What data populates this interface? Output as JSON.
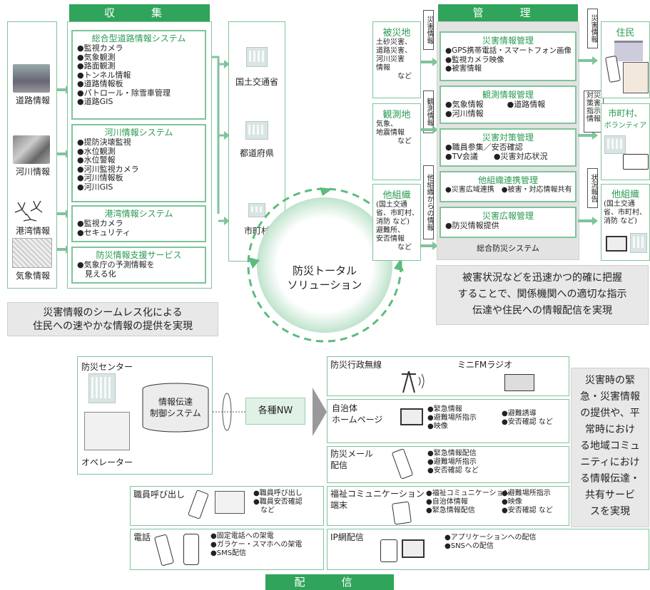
{
  "banners": {
    "collect": "収　集",
    "manage": "管　理",
    "distribute": "配　信"
  },
  "sources": [
    {
      "label": "道路情報",
      "icon": "road-tunnel-icon"
    },
    {
      "label": "河川情報",
      "icon": "river-icon"
    },
    {
      "label": "港湾情報",
      "icon": "harbor-tetrapod-icon"
    },
    {
      "label": "気象情報",
      "icon": "weather-map-icon"
    }
  ],
  "collect_systems": [
    {
      "title": "総合型道路情報システム",
      "items": "●監視カメラ\n●気象観測\n●路面観測\n●トンネル情報\n●道路情報板\n●パトロール・除雪車管理\n●道路GIS"
    },
    {
      "title": "河川情報システム",
      "items": "●提防決壊監視\n●水位観測\n●水位警報\n●河川監視カメラ\n●河川情報板\n●河川GIS"
    },
    {
      "title": "港湾情報システム",
      "items": "●監視カメラ\n●セキュリティ"
    },
    {
      "title": "防災情報支援サービス",
      "items": "●気象庁の予測情報を\n　見える化"
    }
  ],
  "agencies": [
    "国土交通省",
    "都道府県",
    "市町村"
  ],
  "left_summary": "災害情報のシームレス化による\n住民への速やかな情報の提供を実現",
  "center": "防災トータル\nソリューション",
  "inputs": [
    {
      "title": "被災地",
      "text": "土砂災害、\n道路災害、\n河川災害\n情報\n　　　など",
      "tag": "災害情報"
    },
    {
      "title": "観測地",
      "text": "気象、\n地震情報\n　　　など",
      "tag": "観測情報"
    },
    {
      "title": "他組織",
      "text": "(国土交通\n省、市町村、\n消防 など)\n避難所、\n安否情報\n　　　など",
      "tag": "他組織からの情報"
    }
  ],
  "manage_systems": [
    {
      "title": "災害情報管理",
      "items": "●GPS携帯電話・スマートフォン画像\n●監視カメラ映像\n●被害情報"
    },
    {
      "title": "観測情報管理",
      "items": "●気象情報　　　●道路情報\n●河川情報"
    },
    {
      "title": "災害対策管理",
      "items": "●職員参集／安否確認\n●TV会議　　●災害対応状況"
    },
    {
      "title": "他組織連携管理",
      "items": "●災害広域連携　●被害・対応情報共有"
    },
    {
      "title": "災害広報管理",
      "items": "●防災情報提供"
    }
  ],
  "manage_footer": "総合防災システム",
  "outputs": [
    {
      "title": "住民",
      "tag": "災害情報"
    },
    {
      "title": "市町村、",
      "subtitle": "ボランティア",
      "tag": "対災策害指示情報"
    },
    {
      "title": "他組織",
      "text": "(国土交通\n省、市町村、\n消防 など)",
      "tag": "状況報告"
    }
  ],
  "right_summary": "被害状況などを迅速かつ的確に把握\nすることで、関係機関への適切な指示\n伝達や住民への情報配信を実現",
  "center_bottom": {
    "center_label": "防災センター",
    "operator": "オペレーター",
    "db": "情報伝達\n制御システム",
    "nw": "各種NW"
  },
  "channels": [
    {
      "title": "防災行政無線",
      "title2": "ミニFMラジオ"
    },
    {
      "title": "自治体\nホームページ",
      "items": "●緊急情報\n●避難場所指示\n●映像",
      "items2": "●避難誘導\n●安否確認 など"
    },
    {
      "title": "防災メール\n配信",
      "items": "●緊急情報配信\n●避難場所指示\n●安否確認 など"
    },
    {
      "title": "福祉コミュニケーション\n端末",
      "items": "●福祉コミュニケーション\n●自治体情報\n●緊急情報配信",
      "items2": "●避難場所指示\n●映像\n●安否確認 など"
    },
    {
      "title": "IP網配信",
      "items": "●アプリケーションへの配信\n●SNSへの配信"
    }
  ],
  "staff_call": {
    "title": "職員呼び出し",
    "items": "●職員呼び出し\n●職員安否確認\n　など"
  },
  "phone": {
    "title": "電話",
    "items": "●固定電話への架電\n●ガラケー・スマホへの架電\n●SMS配信"
  },
  "right_note": "災害時の緊\n急・災害情報\nの提供や、平\n常時におけ\nる地域コミュ\nニティにおけ\nる情報伝達・\n共有サービ\nスを実現",
  "colors": {
    "green": "#2fa45a",
    "border": "#7fc49a",
    "gray": "#e8e8e8"
  }
}
